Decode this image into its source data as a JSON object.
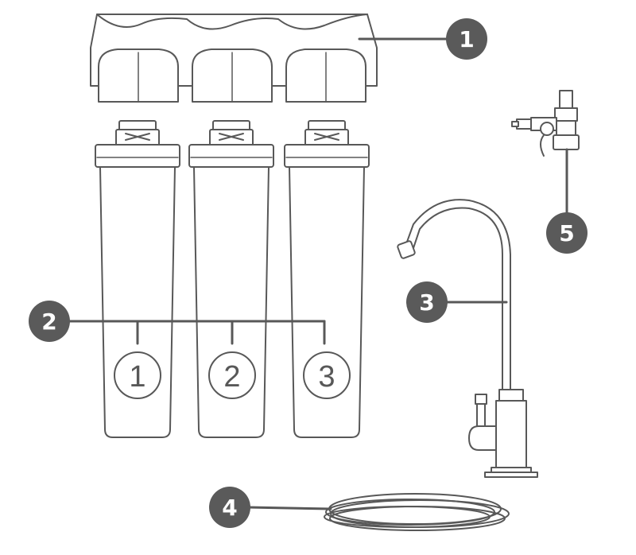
{
  "callouts": [
    {
      "id": "1",
      "label": "1"
    },
    {
      "id": "2",
      "label": "2"
    },
    {
      "id": "3",
      "label": "3"
    },
    {
      "id": "4",
      "label": "4"
    },
    {
      "id": "5",
      "label": "5"
    }
  ],
  "stages": [
    {
      "label": "1"
    },
    {
      "label": "2"
    },
    {
      "label": "3"
    }
  ],
  "colors": {
    "line": "#585858",
    "badge": "#5a5a5a",
    "background": "#ffffff"
  }
}
